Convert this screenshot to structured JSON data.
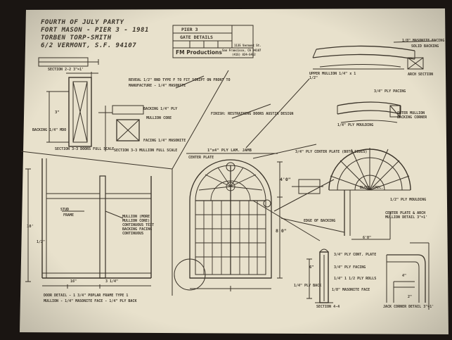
{
  "photo": {
    "background": "#1a1512",
    "paper_color": "#e8e1cc",
    "ink_color": "#3a3329",
    "header": {
      "line1": "FOURTH OF JULY PARTY",
      "line2": "FORT MASON - PIER 3 - 1981",
      "line3": "TORBEN TORP-SMITH",
      "line4": "6/2 VERMONT, S.F. 94107"
    },
    "title_block": {
      "job": "PIER 3",
      "drawing": "GATE DETAILS",
      "company": "FM Productions",
      "address_1": "1135 Vermont St.",
      "address_2": "San Francisco, CA 94107",
      "phone": "(415) 824-5452"
    },
    "labels": {
      "section_2_2": "SECTION 2-2  3\"=1'",
      "backing": "BACKING 1/4\" MDO",
      "section_frame": "SECTION 3-3 DOORS FULL SCALE",
      "masonite_note": "REVEAL 1/2\" RND TYPE F TO FIT SCRIPT ON FRONT TO",
      "masonite_note_2": "MANUFACTURE - 1/4\" MASONITE",
      "backing_ply": "BACKING 1/4\" PLY",
      "mullion_core": "MULLION CORE",
      "facing_masonite": "FACING 1/4\" MASONITE",
      "section_mullion": "SECTION 3-3 MULLION FULL SCALE",
      "finish_note": "FINISH: RESTRAINING DOORS AUSTIN DESIGN",
      "frame_title": "1\"x4\" PLY LAM. JAMB",
      "center_plate": "CENTER PLATE",
      "stud": "STUD",
      "frame": "FRAME",
      "mullion_note": "MULLION (MORE MULLION CORE) CONTINUOUS TEXT BACKING FACING CONTINUOUS",
      "dim_4_0": "4'0\"",
      "dim_8_0": "8'0\"",
      "dim_10": "10'",
      "dim_16": "16\"",
      "dim_34": "3 1/4\"",
      "dim_half": "1/2\"",
      "edge_backing": "EDGE OF BACKING",
      "door_detail": "DOOR DETAIL - 1 3/4\" POPLAR FRAME TYPE 1",
      "door_detail_2": "MULLION - 1/4\" MASONITE FACE - 1/4\" PLY BACK",
      "ply_center_plate": "3/4\" PLY CENTER PLATE (BOTH SIDES)",
      "block_spec": "BLOCK SPEC.",
      "half_ply": "1/2\" PLY MOULDING",
      "center_plate_arch": "CENTER PLATE & ARCH MULLION DETAIL 3\"=1'",
      "upper_mullion": "UPPER MULLION 1/4\" x 1 1/2\"",
      "pacing": "3/4\" PLY PACING",
      "outer_mullion": "OUTER MULLION BACKING CORNER",
      "ply_moulding": "1/4\" PLY MOULDING",
      "masonite_facing": "1/8\" MASONITE FACING",
      "solid_backing": "SOLID BACKING",
      "arch_section": "ARCH SECTION",
      "cont_plate": "3/4\" PLY CONT. PLATE",
      "ply_facing": "3/4\" PLY FACING",
      "thin_ply": "1/4\" 1 1/2 PLY ROLLS",
      "masonite_face": "1/8\" MASONITE FACE",
      "ply_back": "1/4\" PLY BACK",
      "section_4_4": "SECTION 4-4",
      "corner_detail": "JACK CORNER DETAIL 3\"=1'",
      "dim_6": "6\"",
      "dim_4": "4\"",
      "dim_3": "3\"",
      "dim_2": "2\"",
      "dim_60": "6'0\""
    }
  }
}
